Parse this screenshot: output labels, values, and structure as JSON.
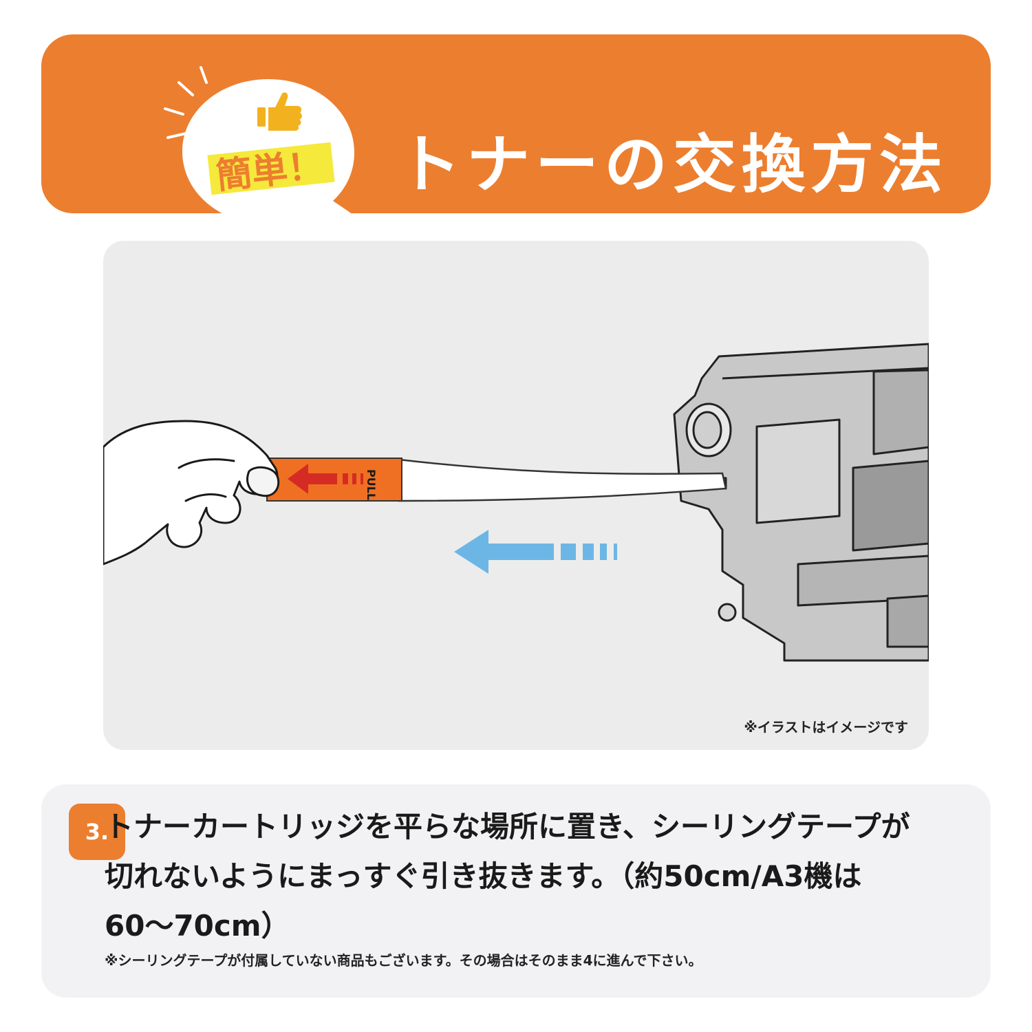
{
  "header": {
    "badge_label": "簡単！",
    "title": "トナーの交換方法"
  },
  "illustration": {
    "tab_label": "PULL",
    "note": "※イラストはイメージです"
  },
  "step": {
    "number": "3.",
    "text": "トナーカートリッジを平らな場所に置き、シーリングテープが切れないようにまっすぐ引き抜きます。（約50cm/A3機は60〜70cm）",
    "note": "※シーリングテープが付属していない商品もございます。その場合はそのまま4に進んで下さい。"
  },
  "colors": {
    "accent": "#ec7e2f",
    "badge_highlight": "#f5e93c",
    "pull_tab": "#ef7023",
    "pull_arrow": "#d62b25",
    "direction_arrow": "#6cb6e6",
    "panel_bg": "#ececec",
    "step_bg": "#f2f2f4"
  }
}
